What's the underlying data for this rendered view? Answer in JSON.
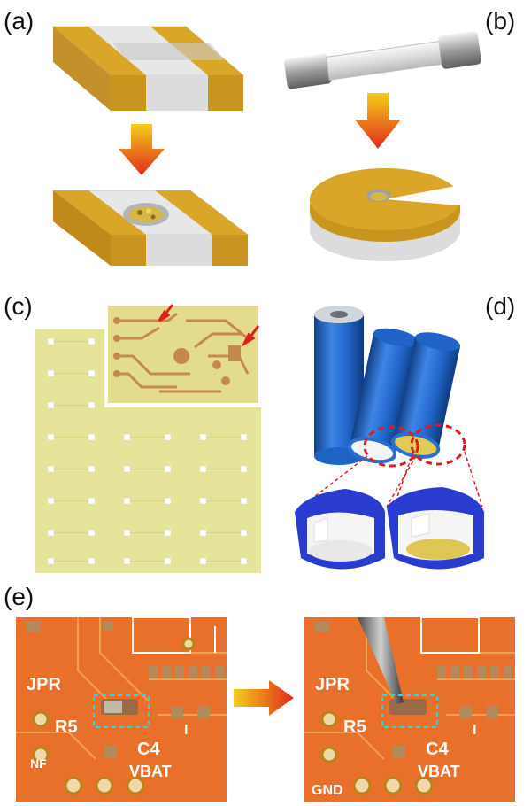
{
  "panels": [
    {
      "label": "(a)"
    },
    {
      "label": "(b)"
    },
    {
      "label": "(c)"
    },
    {
      "label": "(d)"
    },
    {
      "label": "(e)"
    }
  ],
  "pcb_labels": {
    "jpr": "JPR",
    "r5": "R5",
    "c4": "C4",
    "nf": "NF",
    "vbat": "VBAT",
    "gnd": "GND",
    "ic": "I"
  },
  "colors": {
    "gold": "#d9a62a",
    "ceramic": "#e6e6e6",
    "arrow_top": "#f2c417",
    "arrow_bottom": "#e0301e",
    "fr4": "#e6e49a",
    "battery_blue": "#1f63c6",
    "pcb_orange": "#e8702a",
    "dash_cyan": "#37d3d8",
    "dash_red": "#d81f1f"
  }
}
